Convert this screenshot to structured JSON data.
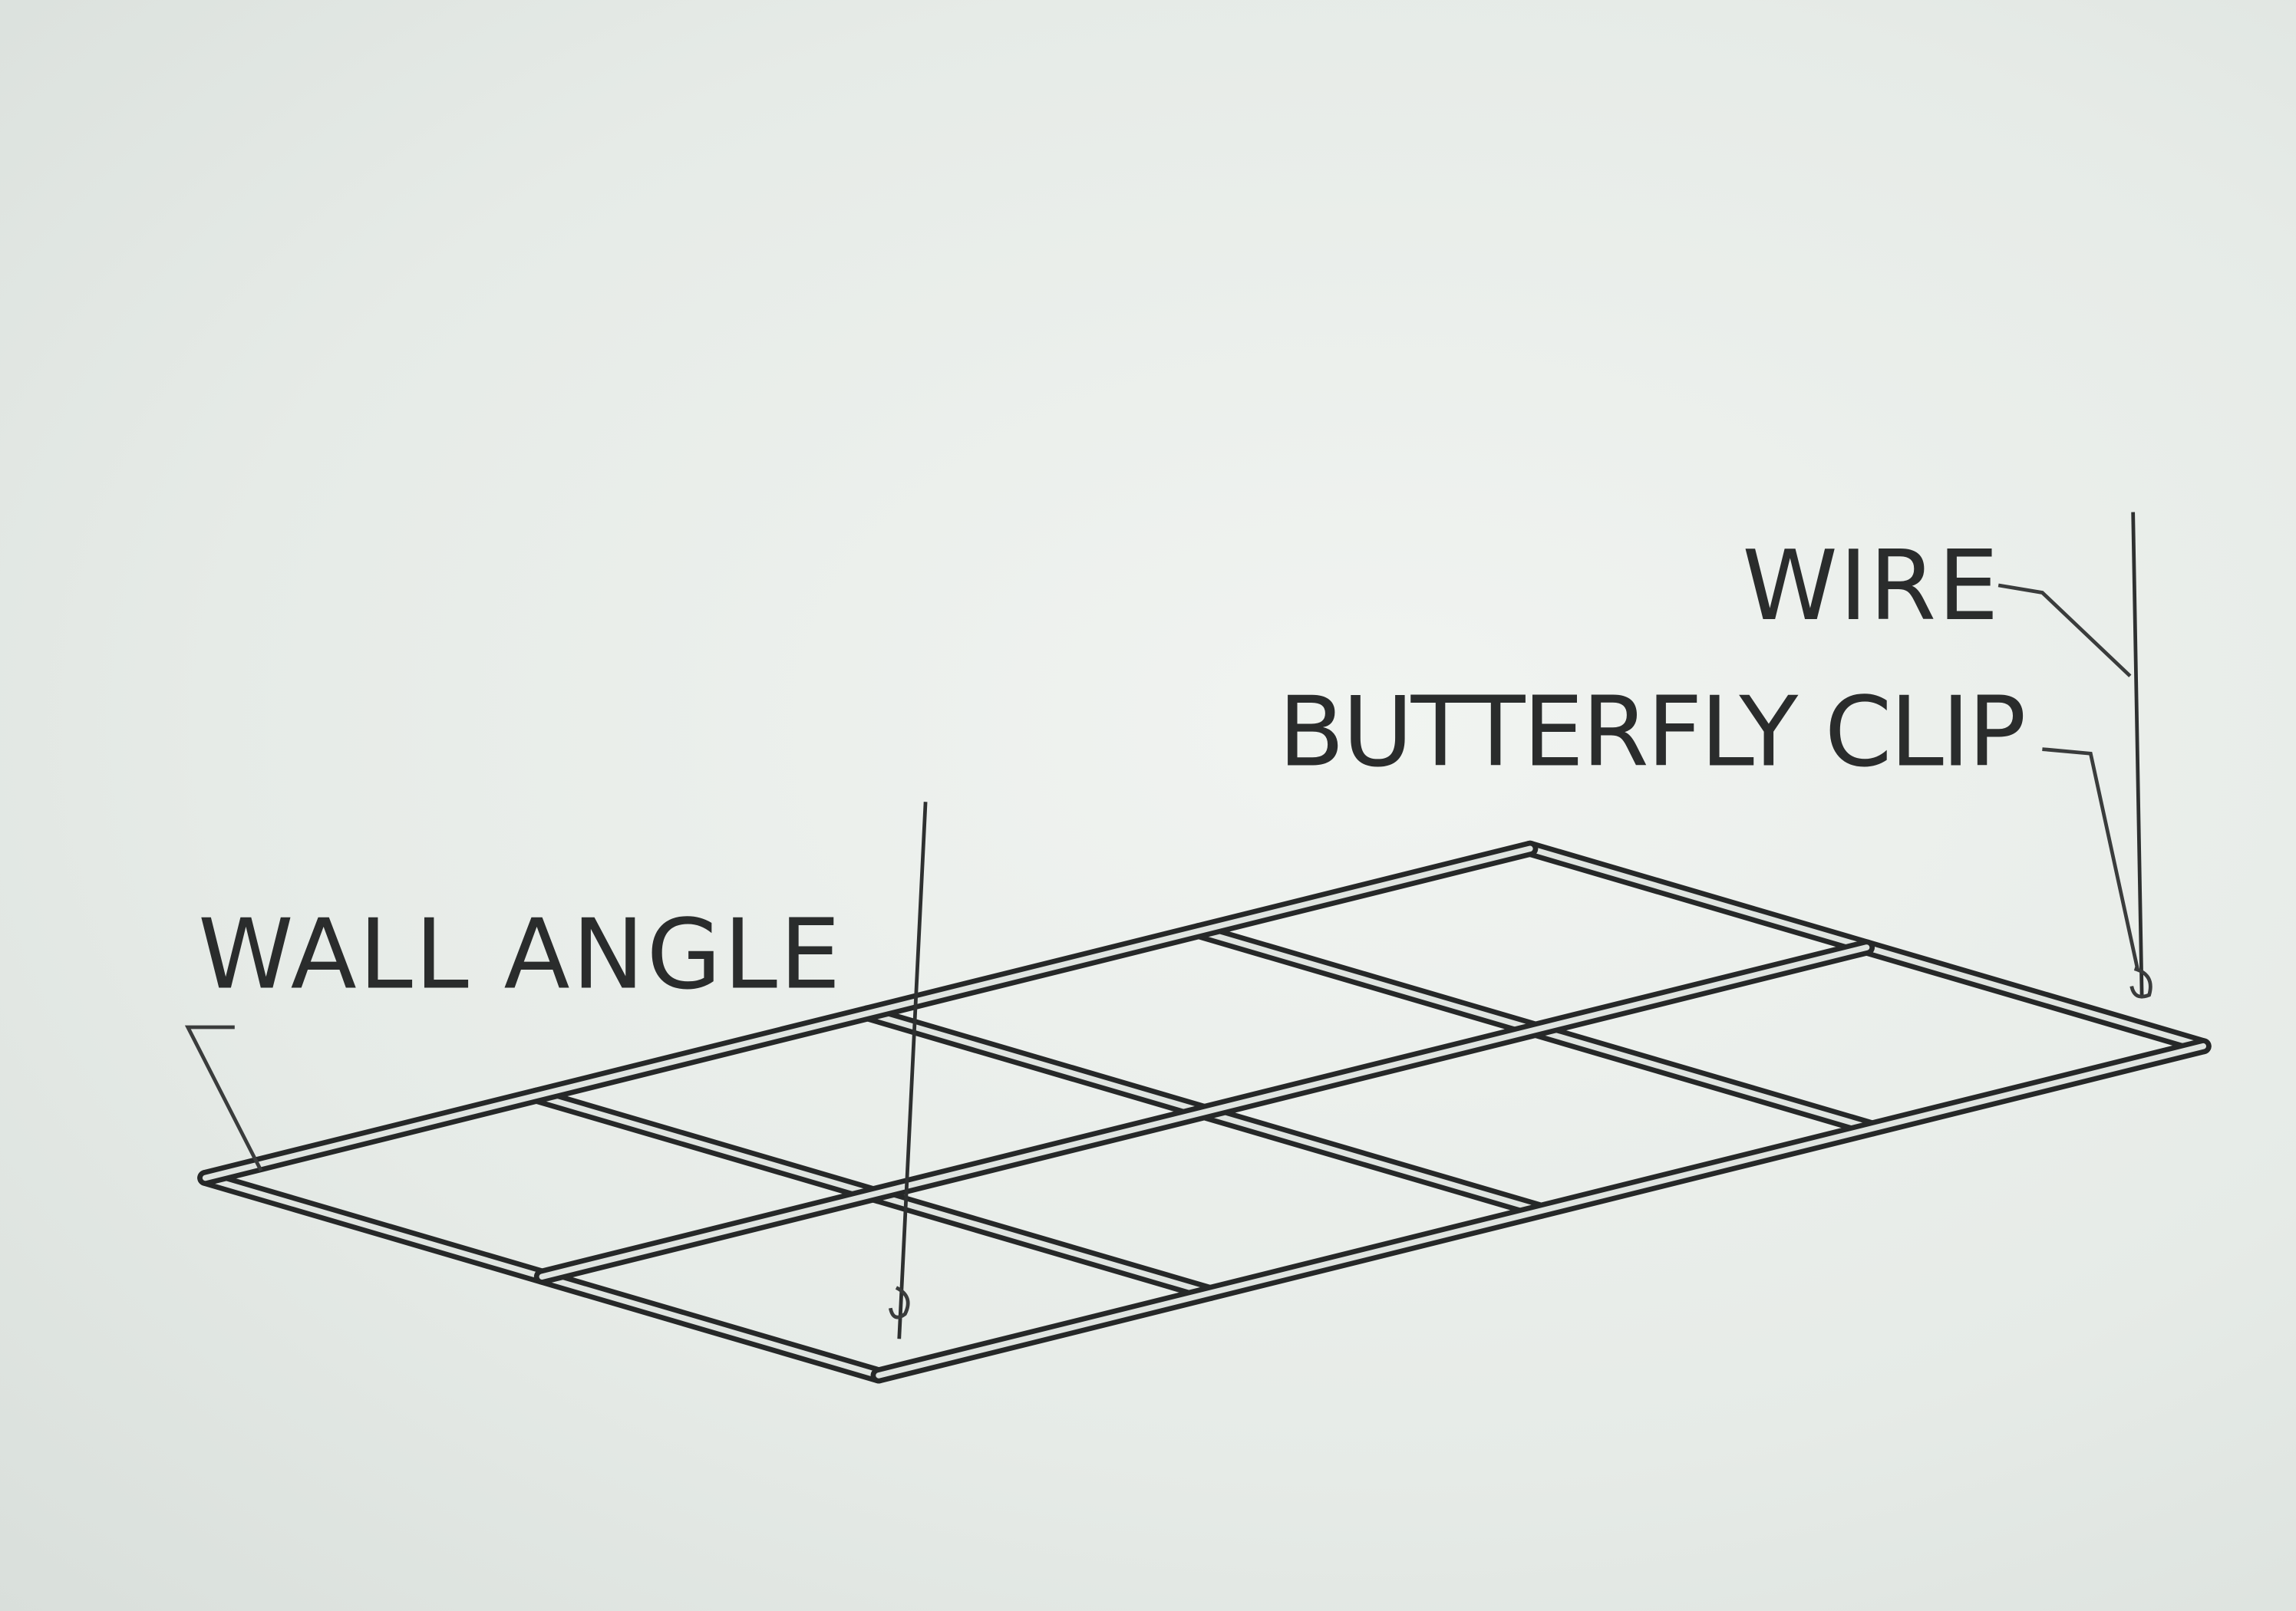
{
  "labels": {
    "wire": "WIRE",
    "butterfly_clip": "BUTTERFLY CLIP",
    "wall_angle": "WALL ANGLE"
  },
  "colors": {
    "background": "#e9ede9",
    "ink": "#2a2c2c"
  }
}
